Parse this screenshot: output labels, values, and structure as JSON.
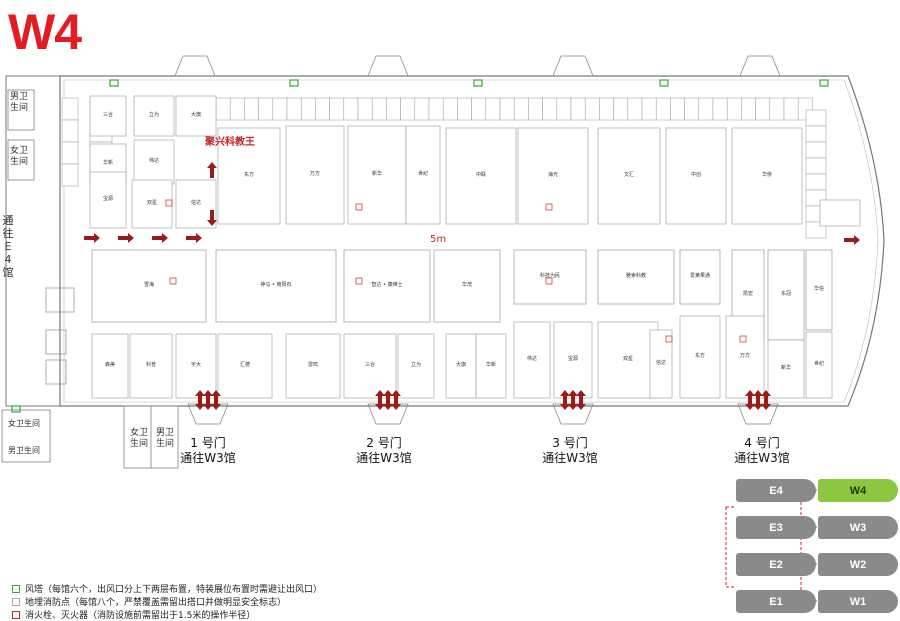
{
  "hall": {
    "title": "W4",
    "aisle_width": "5m",
    "highlight_booth": "聚兴科教王",
    "side_rooms": {
      "male_restroom_top": "男卫\n生间",
      "female_restroom_top": "女卫\n生间",
      "passage_e4": "通往E4馆",
      "female_restroom_bottom": "女卫生间",
      "male_restroom_bottom": "男卫生间",
      "female_restroom_gate1": "女卫\n生间",
      "male_restroom_gate1": "男卫\n生间"
    },
    "gates": [
      {
        "name": "1 号门",
        "to": "通往W3馆"
      },
      {
        "name": "2 号门",
        "to": "通往W3馆"
      },
      {
        "name": "3 号门",
        "to": "通往W3馆"
      },
      {
        "name": "4 号门",
        "to": "通往W3馆"
      }
    ],
    "big_booths": [
      "雪海",
      "神马 • 南阳石",
      "智达 • 康维士",
      "华茂",
      "科技为民",
      "雅索科教",
      "爱莱果通",
      "东冠",
      "凯宏",
      "华信"
    ],
    "small_booths": [
      "三合",
      "立为",
      "大旗",
      "华新",
      "伟达",
      "宝源",
      "双星",
      "信达",
      "东方",
      "万方",
      "新华",
      "世纪",
      "中联",
      "海光",
      "文汇",
      "中创",
      "华侨",
      "森美",
      "科普",
      "宇大",
      "汇德",
      "雷鸣"
    ]
  },
  "minimap": {
    "halls_east": [
      "E4",
      "E3",
      "E2",
      "E1"
    ],
    "halls_west": [
      "W4",
      "W3",
      "W2",
      "W1"
    ],
    "current": "W4",
    "colors": {
      "current": "#8dc63f",
      "other": "#8a8a8a"
    }
  },
  "legend": [
    {
      "symbol": "green-square",
      "color": "#3aa935",
      "text": "风塔（每馆六个，出风口分上下两层布置，特装展位布置时需避让出风口）"
    },
    {
      "symbol": "grey-square",
      "color": "#aaaaaa",
      "text": "地埋消防点（每馆八个，严禁覆盖需留出搭口并做明显安全标志）"
    },
    {
      "symbol": "red-square",
      "color": "#c62828",
      "text": "消火栓、灭火器（消防设施前需留出于1.5米的操作半径）"
    }
  ]
}
